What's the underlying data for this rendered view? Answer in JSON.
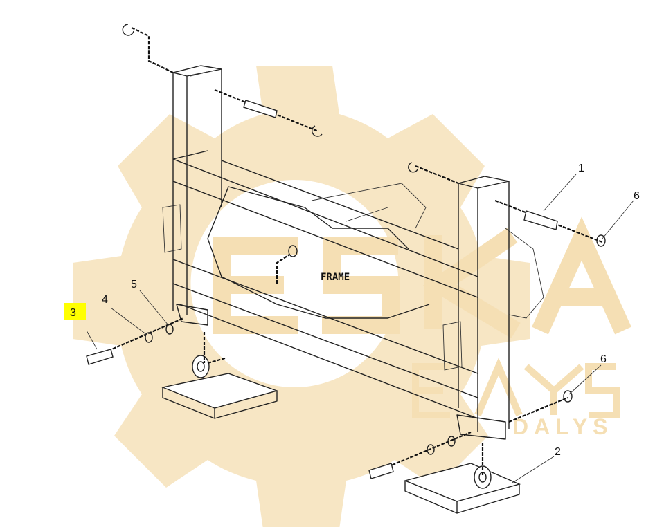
{
  "diagram": {
    "frame_label": "FRAME",
    "callouts": [
      {
        "id": "c1",
        "text": "1"
      },
      {
        "id": "c2",
        "text": "2"
      },
      {
        "id": "c3",
        "text": "3",
        "highlighted": true
      },
      {
        "id": "c4",
        "text": "4"
      },
      {
        "id": "c5",
        "text": "5"
      },
      {
        "id": "c6a",
        "text": "6"
      },
      {
        "id": "c6b",
        "text": "6"
      }
    ],
    "highlight_color": "#ffff00"
  },
  "watermark": {
    "brand": "ESKA",
    "sub": "DALYS",
    "color": "#f7e6c4"
  }
}
